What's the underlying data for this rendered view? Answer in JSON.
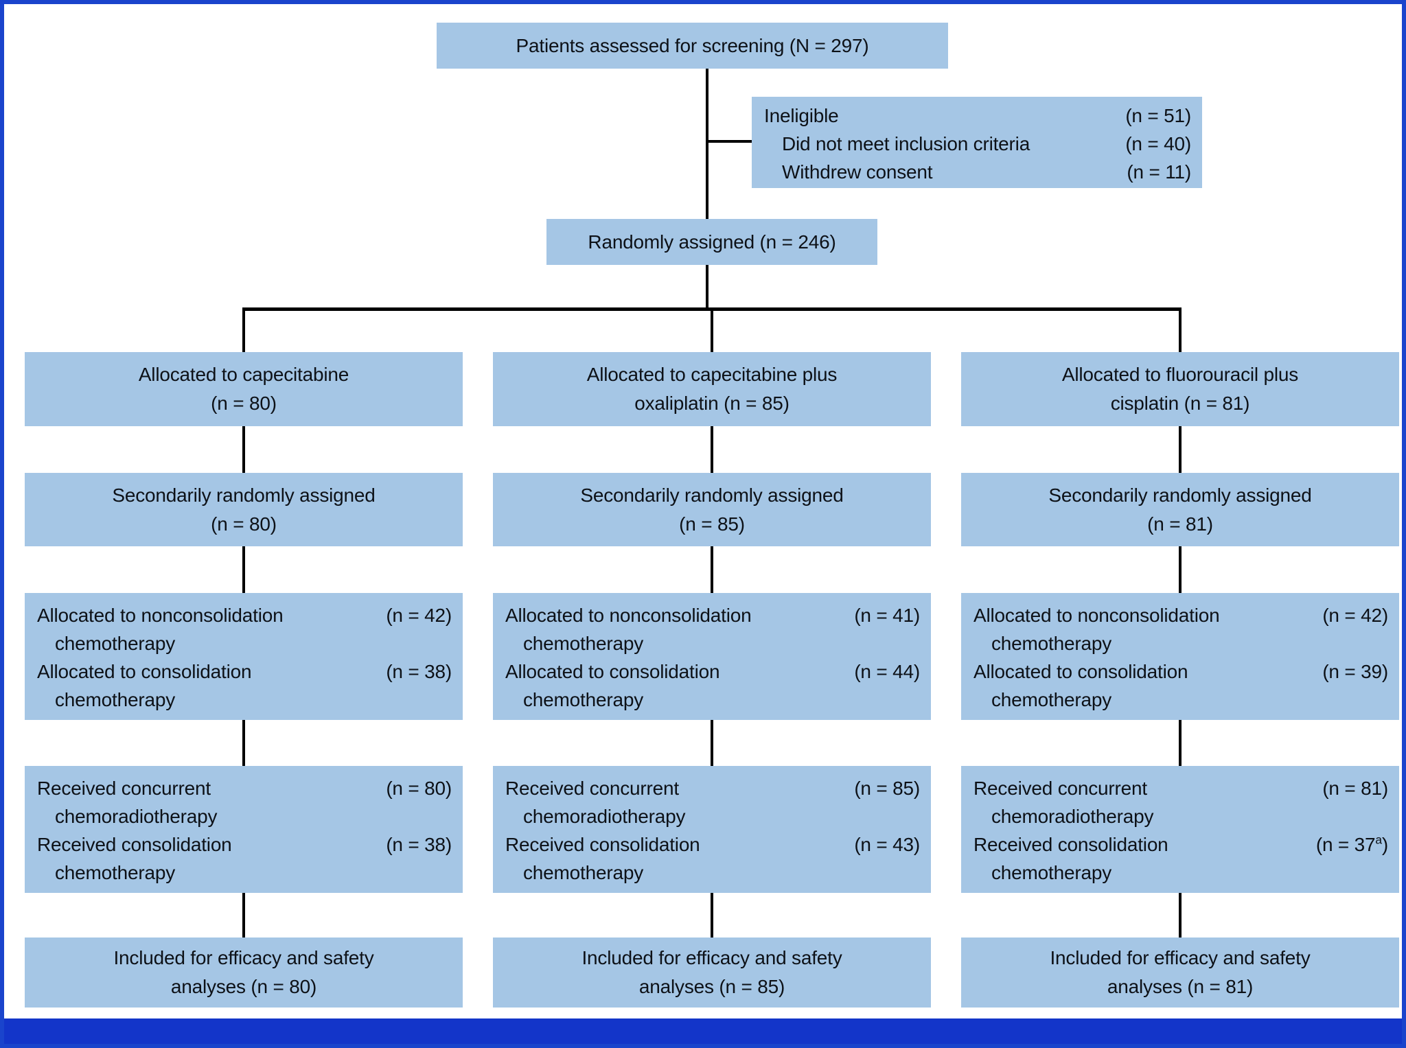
{
  "colors": {
    "frame_border": "#1a44cc",
    "bottom_bar": "#1335c9",
    "box_fill": "#a5c6e5",
    "text": "#0d1117",
    "line": "#000000",
    "background": "#ffffff"
  },
  "screening_box": {
    "text": "Patients assessed for screening (N = 297)"
  },
  "ineligible_box": {
    "rows": [
      {
        "label": "Ineligible",
        "n": "(n = 51)"
      },
      {
        "label": "Did not meet inclusion criteria",
        "n": "(n = 40)"
      },
      {
        "label": "Withdrew consent",
        "n": "(n = 11)"
      }
    ]
  },
  "randomized_box": {
    "text": "Randomly assigned (n = 246)"
  },
  "columns": [
    {
      "allocated": {
        "line1": "Allocated to capecitabine",
        "line2": "(n = 80)"
      },
      "secondary": {
        "line1": "Secondarily randomly assigned",
        "line2": "(n = 80)"
      },
      "chemo_allocation": [
        {
          "label": "Allocated to nonconsolidation",
          "cont": "chemotherapy",
          "n": "(n = 42)",
          "n_sup": "",
          "n_close": ""
        },
        {
          "label": "Allocated to consolidation",
          "cont": "chemotherapy",
          "n": "(n = 38)",
          "n_sup": "",
          "n_close": ""
        }
      ],
      "received": [
        {
          "label": "Received concurrent",
          "cont": "chemoradiotherapy",
          "n": "(n = 80)",
          "n_sup": "",
          "n_close": ""
        },
        {
          "label": "Received consolidation",
          "cont": "chemotherapy",
          "n": "(n = 38)",
          "n_sup": "",
          "n_close": ""
        }
      ],
      "included": {
        "line1": "Included for efficacy and safety",
        "line2": "analyses (n = 80)"
      }
    },
    {
      "allocated": {
        "line1": "Allocated to capecitabine plus",
        "line2": "oxaliplatin (n = 85)"
      },
      "secondary": {
        "line1": "Secondarily randomly assigned",
        "line2": "(n = 85)"
      },
      "chemo_allocation": [
        {
          "label": "Allocated to nonconsolidation",
          "cont": "chemotherapy",
          "n": "(n = 41)",
          "n_sup": "",
          "n_close": ""
        },
        {
          "label": "Allocated to consolidation",
          "cont": "chemotherapy",
          "n": "(n = 44)",
          "n_sup": "",
          "n_close": ""
        }
      ],
      "received": [
        {
          "label": "Received concurrent",
          "cont": "chemoradiotherapy",
          "n": "(n = 85)",
          "n_sup": "",
          "n_close": ""
        },
        {
          "label": "Received consolidation",
          "cont": "chemotherapy",
          "n": "(n = 43)",
          "n_sup": "",
          "n_close": ""
        }
      ],
      "included": {
        "line1": "Included for efficacy and safety",
        "line2": "analyses (n = 85)"
      }
    },
    {
      "allocated": {
        "line1": "Allocated to fluorouracil plus",
        "line2": "cisplatin (n = 81)"
      },
      "secondary": {
        "line1": "Secondarily randomly assigned",
        "line2": "(n = 81)"
      },
      "chemo_allocation": [
        {
          "label": "Allocated to nonconsolidation",
          "cont": "chemotherapy",
          "n": "(n = 42)",
          "n_sup": "",
          "n_close": ""
        },
        {
          "label": "Allocated to consolidation",
          "cont": "chemotherapy",
          "n": "(n = 39)",
          "n_sup": "",
          "n_close": ""
        }
      ],
      "received": [
        {
          "label": "Received concurrent",
          "cont": "chemoradiotherapy",
          "n": "(n = 81)",
          "n_sup": "",
          "n_close": ""
        },
        {
          "label": "Received consolidation",
          "cont": "chemotherapy",
          "n": "(n = 37",
          "n_sup": "a",
          "n_close": ")"
        }
      ],
      "included": {
        "line1": "Included for efficacy and safety",
        "line2": "analyses (n = 81)"
      }
    }
  ]
}
